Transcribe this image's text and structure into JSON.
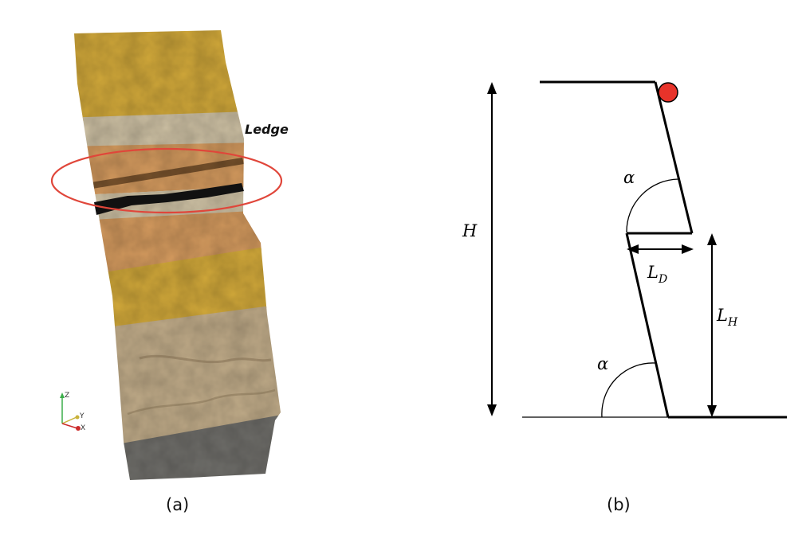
{
  "panels": {
    "a": {
      "label": "(a)",
      "ledge_label": "Ledge",
      "axes": {
        "z": "Z",
        "y": "Y",
        "x": "X"
      }
    },
    "b": {
      "label": "(b)",
      "symbols": {
        "height": "H",
        "angle": "α",
        "ledge_depth": "L",
        "ledge_depth_sub": "D",
        "ledge_height": "L",
        "ledge_height_sub": "H"
      }
    }
  },
  "colors": {
    "highlight": "#e0463a",
    "marker": "#e8332a",
    "gold_layer": "#d2a93a",
    "tan_layer": "#d49a5e",
    "grey_layer": "#cfc2a5",
    "beige_layer": "#c2ad8a",
    "dark_base": "#6f6e6a",
    "ledge_band": "#111111"
  }
}
